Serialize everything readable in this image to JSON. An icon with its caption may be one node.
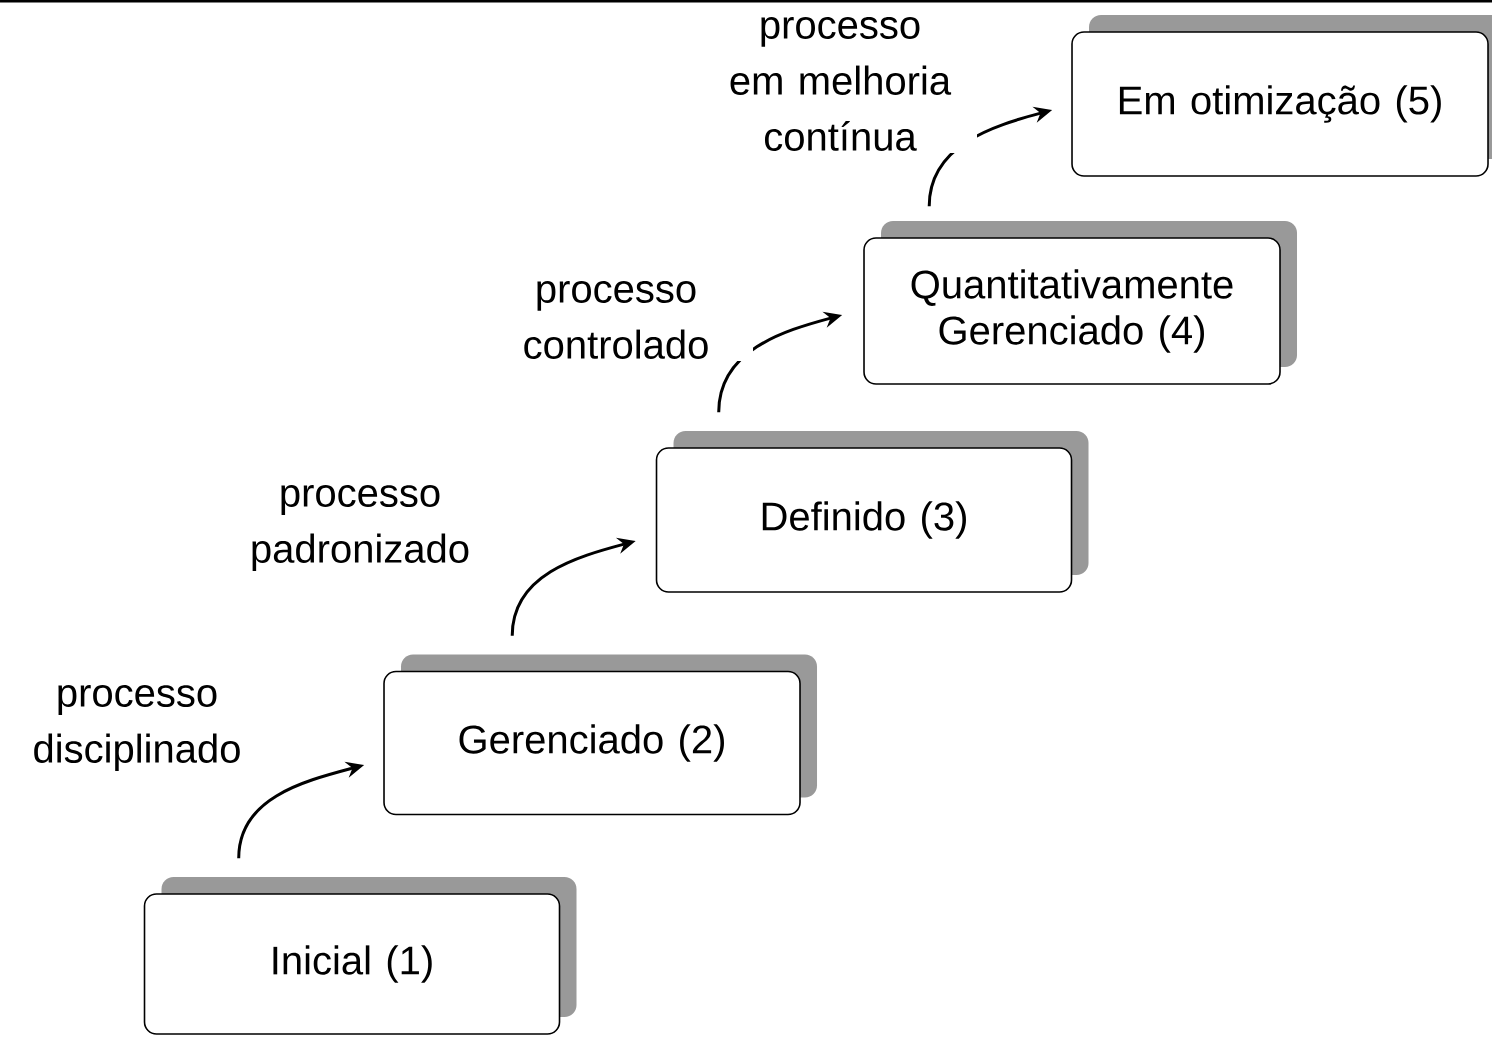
{
  "diagram": {
    "nodes": [
      {
        "text": [
          "Inicial (1)"
        ]
      },
      {
        "text": [
          "Gerenciado (2)"
        ]
      },
      {
        "text": [
          "Definido (3)"
        ]
      },
      {
        "text": [
          "Quantitativamente Gerenciado (4)"
        ]
      },
      {
        "text": [
          "Em otimização (5)"
        ]
      }
    ],
    "edges": [
      {
        "from": 0,
        "to": 1,
        "arrow": "to",
        "label": "processo disciplinado"
      },
      {
        "from": 1,
        "to": 2,
        "arrow": "to",
        "label": "processo padronizado"
      },
      {
        "from": 2,
        "to": 3,
        "arrow": "to",
        "label": "processo controlado"
      },
      {
        "from": 3,
        "to": 4,
        "arrow": "to",
        "label": "processo em melhoria contínua"
      }
    ]
  }
}
